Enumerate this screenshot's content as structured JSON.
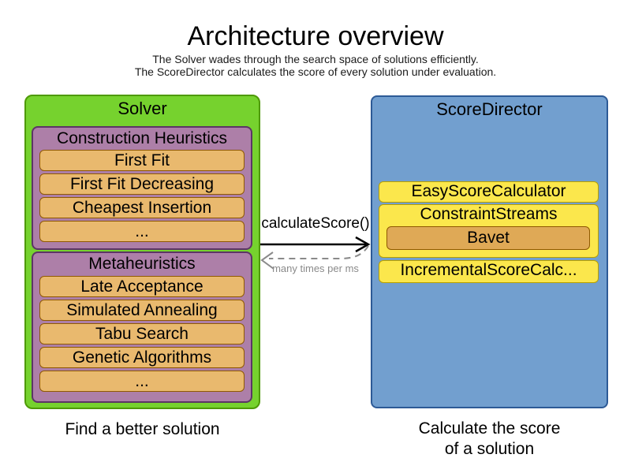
{
  "header": {
    "title": "Architecture overview",
    "subtitle_line1": "The Solver wades through the search space of solutions efficiently.",
    "subtitle_line2": "The ScoreDirector calculates the score of every solution under evaluation."
  },
  "solver": {
    "title": "Solver",
    "caption": "Find a better solution",
    "construction_heuristics": {
      "title": "Construction Heuristics",
      "items": [
        "First Fit",
        "First Fit Decreasing",
        "Cheapest Insertion",
        "..."
      ]
    },
    "metaheuristics": {
      "title": "Metaheuristics",
      "items": [
        "Late Acceptance",
        "Simulated Annealing",
        "Tabu Search",
        "Genetic Algorithms",
        "..."
      ]
    }
  },
  "score_director": {
    "title": "ScoreDirector",
    "caption_line1": "Calculate the score",
    "caption_line2": "of a solution",
    "easy_score_calculator": "EasyScoreCalculator",
    "constraint_streams": "ConstraintStreams",
    "constraint_streams_child": "Bavet",
    "incremental_score_calculator": "IncrementalScoreCalc..."
  },
  "arrows": {
    "call_label": "calculateScore()",
    "frequency_label": "many times per ms"
  },
  "colors": {
    "green_fill": "#76D22E",
    "green_border": "#4E9A06",
    "purple_fill": "#AD7FA8",
    "purple_border": "#5C3566",
    "orange_fill": "#E9B96E",
    "orange_border": "#8F5902",
    "blue_fill": "#729FCF",
    "blue_border": "#2D5A96",
    "yellow_fill": "#FBE74C",
    "yellow_border": "#B8A000",
    "bavet_fill": "#DFA956",
    "arrow_black": "#000000",
    "arrow_gray": "#8A8A8A"
  }
}
